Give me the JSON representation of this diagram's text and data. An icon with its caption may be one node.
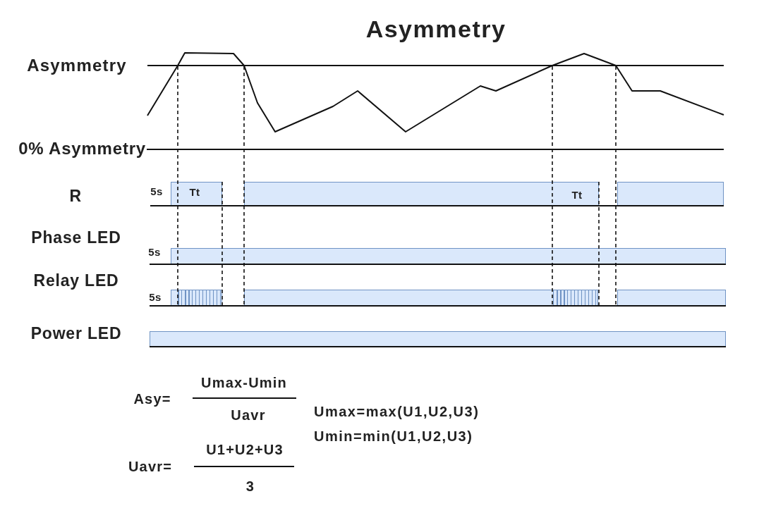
{
  "diagram": {
    "title": "Asymmetry",
    "nodes": [
      {
        "text": [
          "Tt"
        ],
        "beside": [
          "5s"
        ]
      },
      {
        "text": [
          "Tt"
        ]
      },
      {
        "text": [],
        "shape": "bar"
      },
      {
        "text": [],
        "shape": "bar",
        "beside": [
          "5s"
        ]
      },
      {
        "text": [],
        "shape": "bar",
        "beside": [
          "5s"
        ]
      },
      {
        "text": [],
        "shape": "bar"
      },
      {
        "text": [],
        "shape": "bar"
      },
      {
        "text": [],
        "shape": "bar"
      }
    ],
    "labels": [
      "Asymmetry",
      "0% Asymmetry",
      "R",
      "Phase LED",
      "Relay LED",
      "Power LED",
      "Asy=",
      "Umax-Umin",
      "Uavr",
      "Umax=max(U1,U2,U3)",
      "Umin=min(U1,U2,U3)",
      "U1+U2+U3",
      "Uavr=",
      "3"
    ]
  }
}
